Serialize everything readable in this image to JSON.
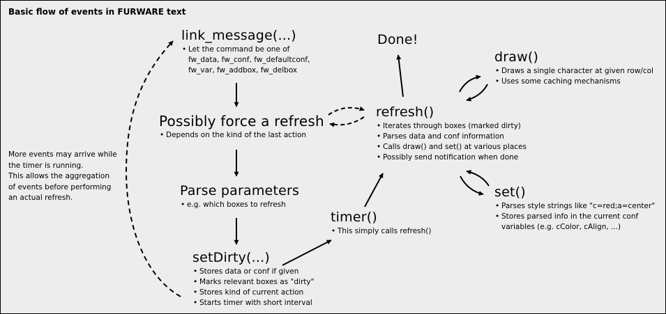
{
  "title": "Basic flow of events in FURWARE text",
  "nodes": {
    "link_message": {
      "heading": "link_message(...)",
      "bullets": [
        "Let the command be one of",
        "fw_data, fw_conf, fw_defaultconf,",
        "fw_var, fw_addbox, fw_delbox"
      ]
    },
    "force_refresh": {
      "heading": "Possibly force a refresh",
      "bullets": [
        "Depends on the kind of the last action"
      ]
    },
    "parse_params": {
      "heading": "Parse parameters",
      "bullets": [
        "e.g. which boxes to refresh"
      ]
    },
    "set_dirty": {
      "heading": "setDirty(...)",
      "bullets": [
        "Stores data or conf if given",
        "Marks relevant boxes as \"dirty\"",
        "Stores kind of current action",
        "Starts timer with short interval"
      ]
    },
    "timer": {
      "heading": "timer()",
      "bullets": [
        "This simply calls refresh()"
      ]
    },
    "done": {
      "heading": "Done!"
    },
    "refresh": {
      "heading": "refresh()",
      "bullets": [
        "Iterates through boxes (marked dirty)",
        "Parses data and conf information",
        "Calls draw() and set() at various places",
        "Possibly send notification when done"
      ]
    },
    "draw": {
      "heading": "draw()",
      "bullets": [
        "Draws a single character at given row/col",
        "Uses some caching mechanisms"
      ]
    },
    "set": {
      "heading": "set()",
      "bullets": [
        "Parses style strings like \"c=red;a=center\"",
        "Stores parsed info in the current conf",
        "variables (e.g. cColor, cAlign, ...)"
      ]
    }
  },
  "side_note": {
    "lines": [
      "More events may arrive while",
      "the timer is running.",
      "This allows the aggregation",
      "of events before performing",
      "an actual refresh."
    ]
  },
  "colors": {
    "background": "#ededed",
    "stroke": "#000000"
  }
}
